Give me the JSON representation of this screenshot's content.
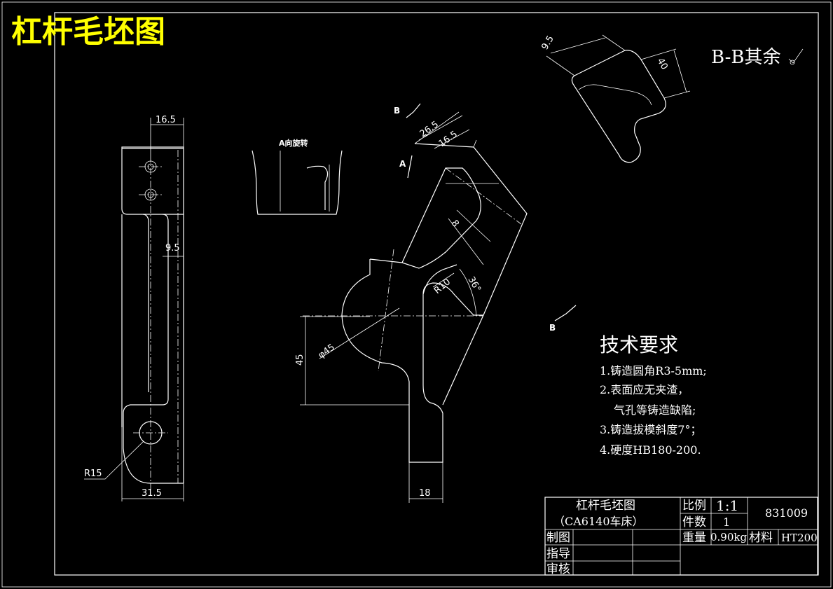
{
  "title": "杠杆毛坯图",
  "dimensions": {
    "d16_5_left": "16.5",
    "d9_5_left": "9.5",
    "r15": "R15",
    "d31_5": "31.5",
    "d26_5": "26.5",
    "d16_5_mid": "16.5",
    "d8": "8",
    "d36": "36°",
    "r10": "R10",
    "phi45": "φ45",
    "d45": "45",
    "d18": "18",
    "d9_5_right": "9.5",
    "d40": "40"
  },
  "view_labels": {
    "a_view": "A向旋转",
    "section_b_top": "B",
    "section_b_bottom": "B",
    "arrow_a": "A",
    "b_section": "B-B其余"
  },
  "tech": {
    "heading": "技术要求",
    "items": [
      "1.铸造圆角R3-5mm;",
      "2.表面应无夹渣，",
      "气孔等铸造缺陷;",
      "3.铸造拔模斜度7°；",
      "4.硬度HB180-200."
    ]
  },
  "title_block": {
    "name": "杠杆毛坯图",
    "sub": "（CA6140车床）",
    "scale_label": "比例",
    "scale_value": "1:1",
    "count_label": "件数",
    "count_value": "1",
    "weight_label": "重量",
    "weight_value": "0.90kg",
    "material_label": "材料",
    "material_value": "HT200",
    "drawing_no": "831009",
    "drawn": "制图",
    "guide": "指导",
    "review": "审核"
  }
}
